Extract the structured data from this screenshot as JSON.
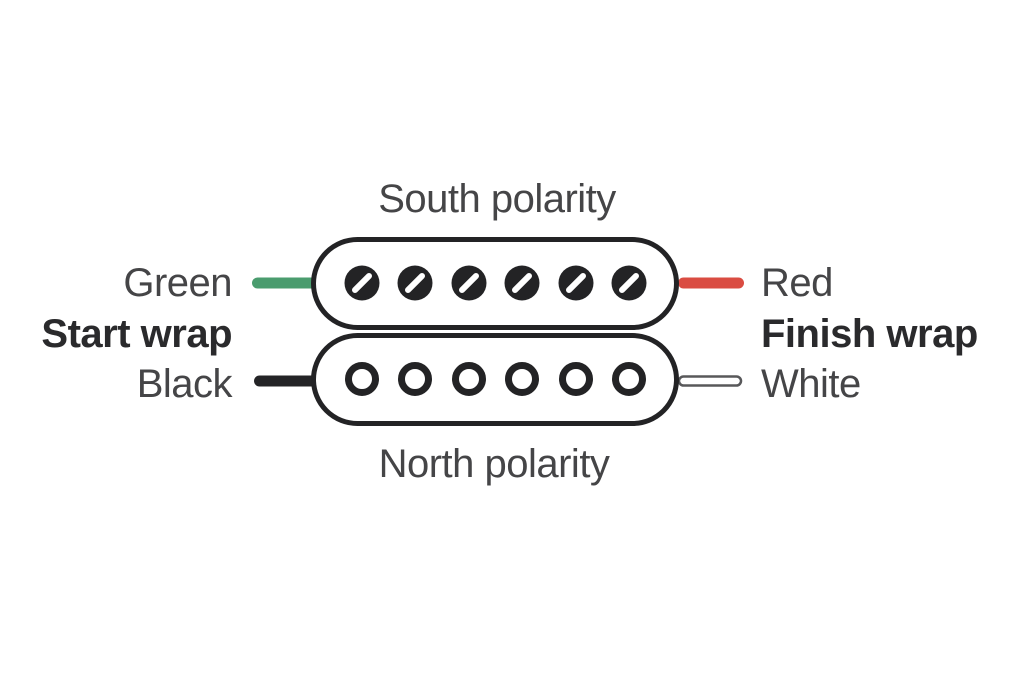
{
  "diagram": {
    "type": "humbucker-pickup-wiring",
    "title_top": "South polarity",
    "title_bottom": "North polarity",
    "left": {
      "top_wire_label": "Green",
      "wrap_label": "Start wrap",
      "bottom_wire_label": "Black"
    },
    "right": {
      "top_wire_label": "Red",
      "wrap_label": "Finish wrap",
      "bottom_wire_label": "White"
    },
    "coils": {
      "south_coil_poles": "6 slotted screw poles",
      "north_coil_poles": "6 round slug poles"
    }
  },
  "colors": {
    "ink": "#232325",
    "green_wire": "#4a9c6e",
    "red_wire": "#da4c42",
    "black_wire": "#242426",
    "white_wire_fill": "#ffffff",
    "white_wire_stroke": "#58585a",
    "background": "#ffffff"
  }
}
